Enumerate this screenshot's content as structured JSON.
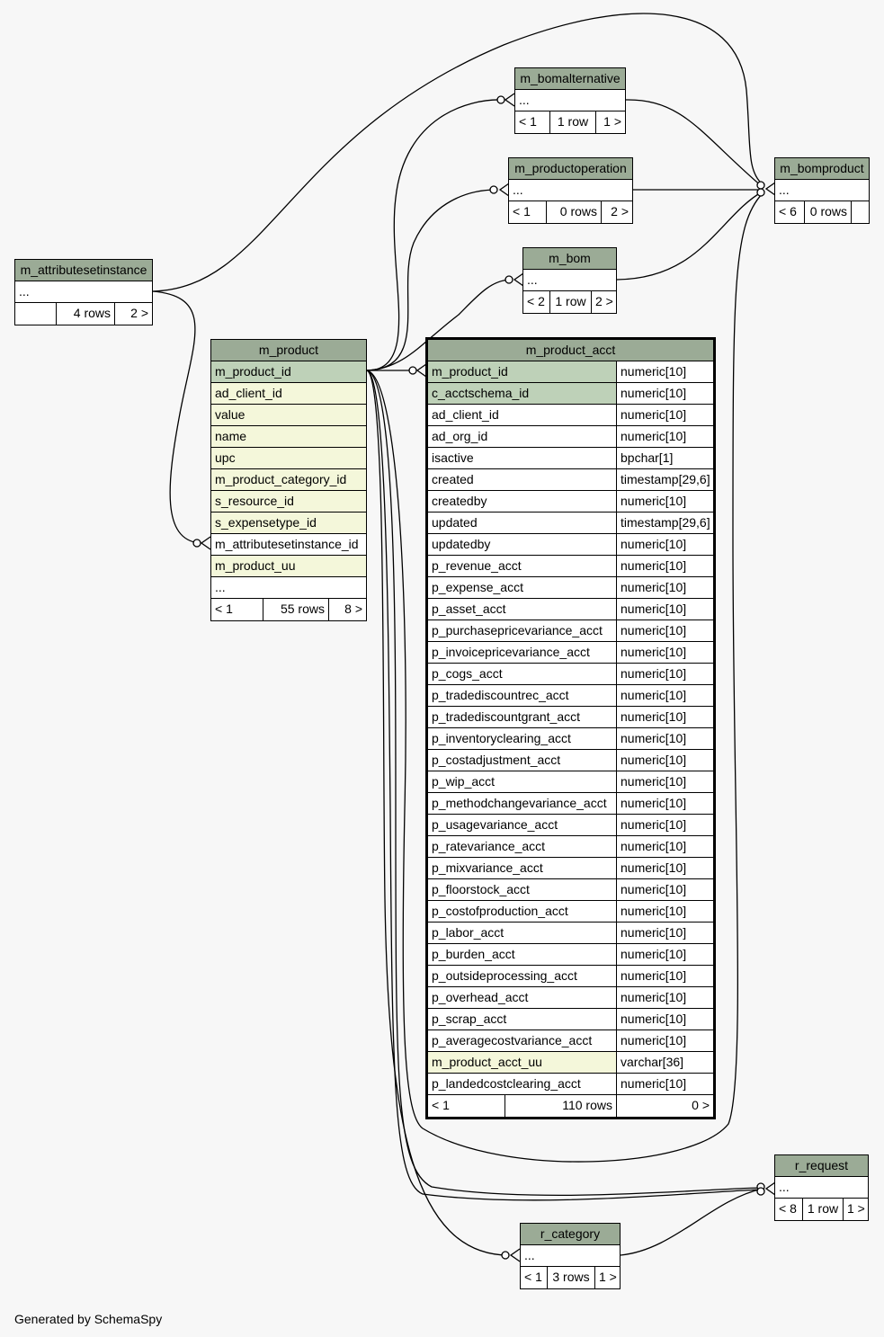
{
  "credit": "Generated by SchemaSpy",
  "colors": {
    "header": "#9bab96",
    "primary_key": "#bed1b8",
    "indexed": "#f4f7da",
    "background": "#f7f7f7"
  },
  "tables": {
    "m_attributesetinstance": {
      "name": "m_attributesetinstance",
      "rows": [
        "..."
      ],
      "footer": [
        "",
        "4 rows",
        "2 >"
      ]
    },
    "m_bomalternative": {
      "name": "m_bomalternative",
      "rows": [
        "..."
      ],
      "footer": [
        "< 1",
        "1 row",
        "1 >"
      ]
    },
    "m_productoperation": {
      "name": "m_productoperation",
      "rows": [
        "..."
      ],
      "footer": [
        "< 1",
        "0 rows",
        "2 >"
      ]
    },
    "m_bom": {
      "name": "m_bom",
      "rows": [
        "..."
      ],
      "footer": [
        "< 2",
        "1 row",
        "2 >"
      ]
    },
    "m_bomproduct": {
      "name": "m_bomproduct",
      "rows": [
        "..."
      ],
      "footer": [
        "< 6",
        "0 rows",
        ""
      ]
    },
    "r_request": {
      "name": "r_request",
      "rows": [
        "..."
      ],
      "footer": [
        "< 8",
        "1 row",
        "1 >"
      ]
    },
    "r_category": {
      "name": "r_category",
      "rows": [
        "..."
      ],
      "footer": [
        "< 1",
        "3 rows",
        "1 >"
      ]
    },
    "m_product": {
      "name": "m_product",
      "rows": [
        "m_product_id",
        "ad_client_id",
        "value",
        "name",
        "upc",
        "m_product_category_id",
        "s_resource_id",
        "s_expensetype_id",
        "m_attributesetinstance_id",
        "m_product_uu",
        "..."
      ],
      "footer": [
        "< 1",
        "55 rows",
        "8 >"
      ]
    },
    "m_product_acct": {
      "name": "m_product_acct",
      "columns": [
        [
          "m_product_id",
          "numeric[10]"
        ],
        [
          "c_acctschema_id",
          "numeric[10]"
        ],
        [
          "ad_client_id",
          "numeric[10]"
        ],
        [
          "ad_org_id",
          "numeric[10]"
        ],
        [
          "isactive",
          "bpchar[1]"
        ],
        [
          "created",
          "timestamp[29,6]"
        ],
        [
          "createdby",
          "numeric[10]"
        ],
        [
          "updated",
          "timestamp[29,6]"
        ],
        [
          "updatedby",
          "numeric[10]"
        ],
        [
          "p_revenue_acct",
          "numeric[10]"
        ],
        [
          "p_expense_acct",
          "numeric[10]"
        ],
        [
          "p_asset_acct",
          "numeric[10]"
        ],
        [
          "p_purchasepricevariance_acct",
          "numeric[10]"
        ],
        [
          "p_invoicepricevariance_acct",
          "numeric[10]"
        ],
        [
          "p_cogs_acct",
          "numeric[10]"
        ],
        [
          "p_tradediscountrec_acct",
          "numeric[10]"
        ],
        [
          "p_tradediscountgrant_acct",
          "numeric[10]"
        ],
        [
          "p_inventoryclearing_acct",
          "numeric[10]"
        ],
        [
          "p_costadjustment_acct",
          "numeric[10]"
        ],
        [
          "p_wip_acct",
          "numeric[10]"
        ],
        [
          "p_methodchangevariance_acct",
          "numeric[10]"
        ],
        [
          "p_usagevariance_acct",
          "numeric[10]"
        ],
        [
          "p_ratevariance_acct",
          "numeric[10]"
        ],
        [
          "p_mixvariance_acct",
          "numeric[10]"
        ],
        [
          "p_floorstock_acct",
          "numeric[10]"
        ],
        [
          "p_costofproduction_acct",
          "numeric[10]"
        ],
        [
          "p_labor_acct",
          "numeric[10]"
        ],
        [
          "p_burden_acct",
          "numeric[10]"
        ],
        [
          "p_outsideprocessing_acct",
          "numeric[10]"
        ],
        [
          "p_overhead_acct",
          "numeric[10]"
        ],
        [
          "p_scrap_acct",
          "numeric[10]"
        ],
        [
          "p_averagecostvariance_acct",
          "numeric[10]"
        ],
        [
          "m_product_acct_uu",
          "varchar[36]"
        ],
        [
          "p_landedcostclearing_acct",
          "numeric[10]"
        ]
      ],
      "footer": [
        "< 1",
        "110 rows",
        "0 >"
      ]
    }
  }
}
